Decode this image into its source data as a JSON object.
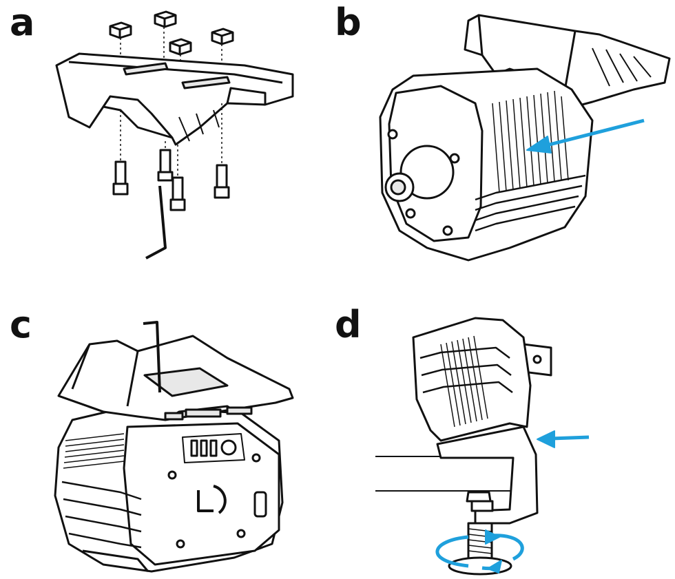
{
  "panels": {
    "a": {
      "label": "a"
    },
    "b": {
      "label": "b"
    },
    "c": {
      "label": "c"
    },
    "d": {
      "label": "d"
    }
  },
  "colors": {
    "line": "#111111",
    "arrow": "#1fa0dc",
    "fill": "#ffffff",
    "shade": "#e8e8e8"
  },
  "icons": {
    "a": "mount-bracket-exploded-with-screws-and-hex-key",
    "b": "motor-base-slide-onto-bracket",
    "c": "hex-key-tighten-bracket-screws",
    "d": "table-clamp-tighten"
  }
}
